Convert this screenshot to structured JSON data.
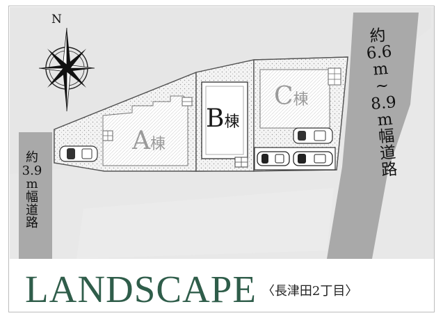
{
  "map": {
    "compass": {
      "north_label": "N",
      "icon": "compass-rose-icon"
    },
    "roads": {
      "east": {
        "lines": [
          "約",
          "6.6",
          "m",
          "~",
          "8.9",
          "m",
          "幅",
          "道",
          "路"
        ]
      },
      "west": {
        "lines": [
          "約",
          "3.9",
          "m",
          "幅",
          "道",
          "路"
        ]
      }
    },
    "lots": [
      {
        "id": "A",
        "letter": "A",
        "suffix": "棟"
      },
      {
        "id": "B",
        "letter": "B",
        "suffix": "棟"
      },
      {
        "id": "C",
        "letter": "C",
        "suffix": "棟"
      }
    ]
  },
  "footer": {
    "title": "LANDSCAPE",
    "subtitle": "〈長津田2丁目〉"
  },
  "colors": {
    "title_green": "#2f5d4a",
    "road_gray": "#a9a9a9",
    "ground_gray": "#e6e6e6",
    "lot_border": "#5a5a5a"
  }
}
